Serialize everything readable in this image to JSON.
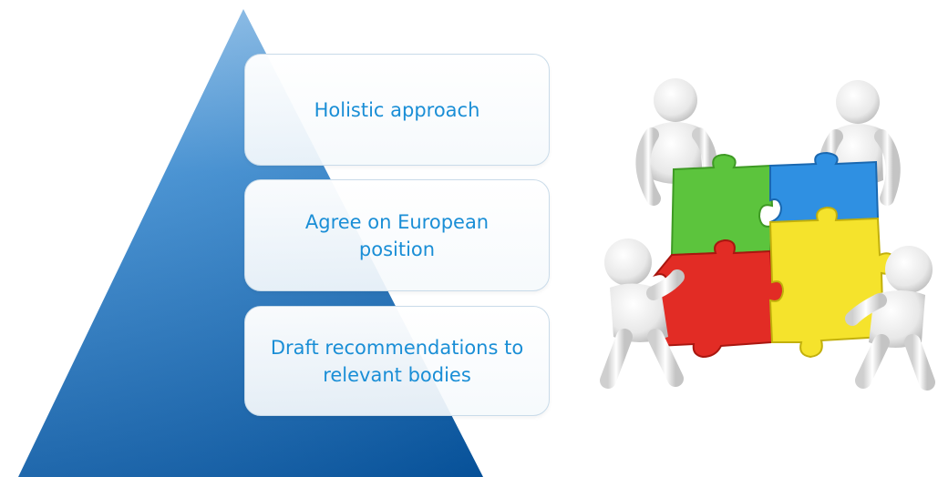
{
  "pyramid": {
    "levels": [
      {
        "label": "Holistic approach"
      },
      {
        "label": "Agree on European position"
      },
      {
        "label": "Draft recommendations to relevant bodies"
      }
    ],
    "colors": {
      "top": "#7db6e8",
      "bottom": "#0a5aa5",
      "text": "#1a8ed6"
    }
  },
  "illustration": {
    "name": "teamwork-puzzle",
    "pieces": [
      {
        "color": "#58c13b"
      },
      {
        "color": "#2e8fe0"
      },
      {
        "color": "#e02a24"
      },
      {
        "color": "#f3e22a"
      }
    ]
  }
}
